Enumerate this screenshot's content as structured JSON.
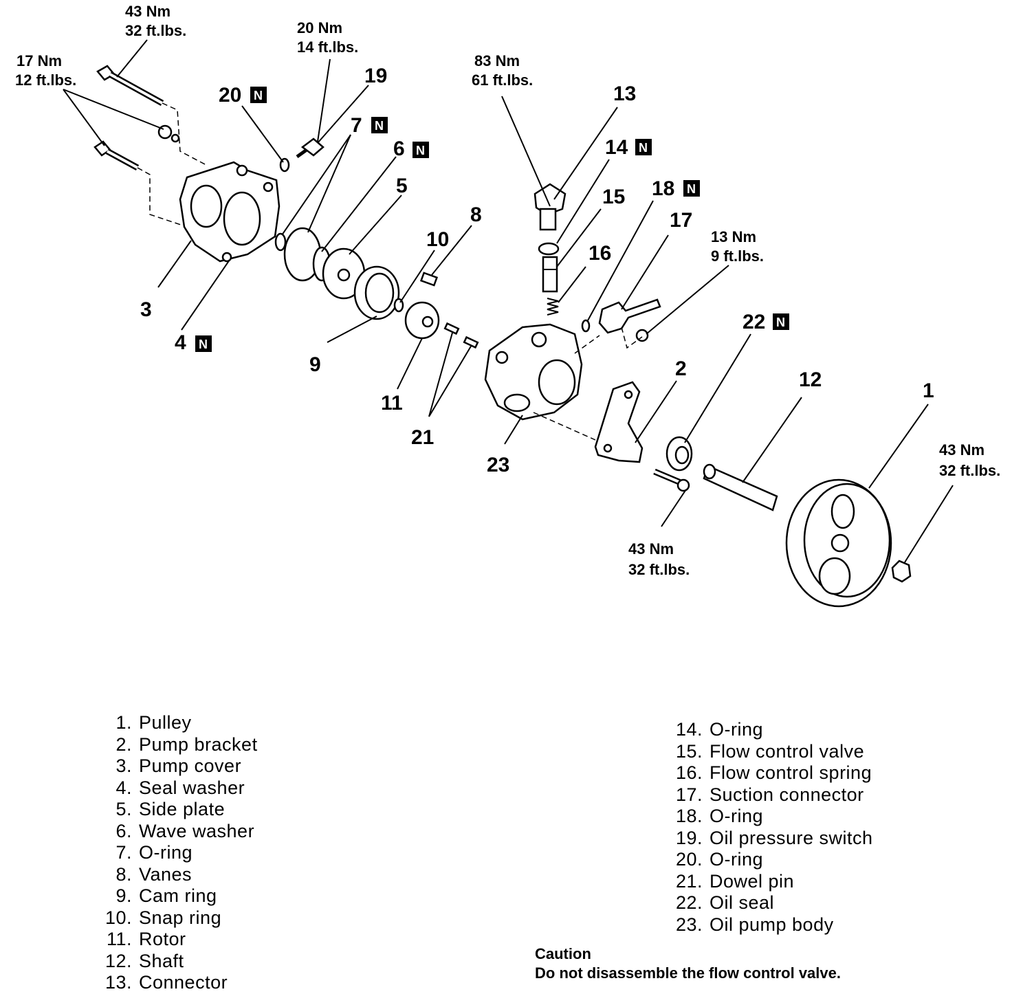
{
  "callouts": {
    "c1": "1",
    "c2": "2",
    "c3": "3",
    "c4": "4",
    "c5": "5",
    "c6": "6",
    "c7": "7",
    "c8": "8",
    "c9": "9",
    "c10": "10",
    "c11": "11",
    "c12": "12",
    "c13": "13",
    "c14": "14",
    "c15": "15",
    "c16": "16",
    "c17": "17",
    "c18": "18",
    "c19": "19",
    "c20": "20",
    "c21": "21",
    "c22": "22",
    "c23": "23"
  },
  "new_part_badge": "N",
  "torques": {
    "bolt_top": [
      "43 Nm",
      "32 ft.lbs."
    ],
    "bolt_left": [
      "17 Nm",
      "12 ft.lbs."
    ],
    "switch": [
      "20 Nm",
      "14 ft.lbs."
    ],
    "connector": [
      "83 Nm",
      "61 ft.lbs."
    ],
    "suction": [
      "13 Nm",
      "9 ft.lbs."
    ],
    "nut": [
      "43 Nm",
      "32 ft.lbs."
    ],
    "bracket_bolt": [
      "43 Nm",
      "32 ft.lbs."
    ]
  },
  "legend_left": [
    {
      "n": "1.",
      "t": "Pulley"
    },
    {
      "n": "2.",
      "t": "Pump bracket"
    },
    {
      "n": "3.",
      "t": "Pump cover"
    },
    {
      "n": "4.",
      "t": "Seal washer"
    },
    {
      "n": "5.",
      "t": "Side plate"
    },
    {
      "n": "6.",
      "t": "Wave washer"
    },
    {
      "n": "7.",
      "t": "O-ring"
    },
    {
      "n": "8.",
      "t": "Vanes"
    },
    {
      "n": "9.",
      "t": "Cam ring"
    },
    {
      "n": "10.",
      "t": "Snap ring"
    },
    {
      "n": "11.",
      "t": "Rotor"
    },
    {
      "n": "12.",
      "t": "Shaft"
    },
    {
      "n": "13.",
      "t": "Connector"
    }
  ],
  "legend_right": [
    {
      "n": "14.",
      "t": "O-ring"
    },
    {
      "n": "15.",
      "t": "Flow control valve"
    },
    {
      "n": "16.",
      "t": "Flow control spring"
    },
    {
      "n": "17.",
      "t": "Suction connector"
    },
    {
      "n": "18.",
      "t": "O-ring"
    },
    {
      "n": "19.",
      "t": "Oil pressure switch"
    },
    {
      "n": "20.",
      "t": "O-ring"
    },
    {
      "n": "21.",
      "t": "Dowel pin"
    },
    {
      "n": "22.",
      "t": "Oil seal"
    },
    {
      "n": "23.",
      "t": "Oil pump body"
    }
  ],
  "caution": {
    "title": "Caution",
    "text": "Do not disassemble the flow control valve."
  }
}
